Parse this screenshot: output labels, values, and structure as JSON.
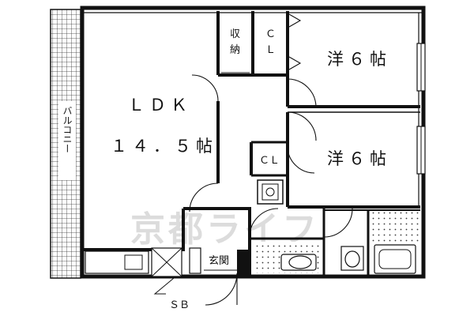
{
  "floor_plan": {
    "rooms": {
      "ldk_name": "ＬＤＫ",
      "ldk_size": "１４．５帖",
      "western_room_1": "洋６帖",
      "western_room_2": "洋６帖",
      "storage_top": "収",
      "storage_bottom": "納",
      "closet_1_top": "Ｃ",
      "closet_1_bottom": "Ｌ",
      "closet_2": "ＣＬ",
      "entrance": "玄関",
      "shoebox": "ＳＢ",
      "balcony": "バルコニー"
    },
    "watermark": "京都ライフ",
    "colors": {
      "wall": "#111111",
      "hatch": "#333333",
      "line": "#111111",
      "watermark": "#dcdcdc"
    }
  }
}
